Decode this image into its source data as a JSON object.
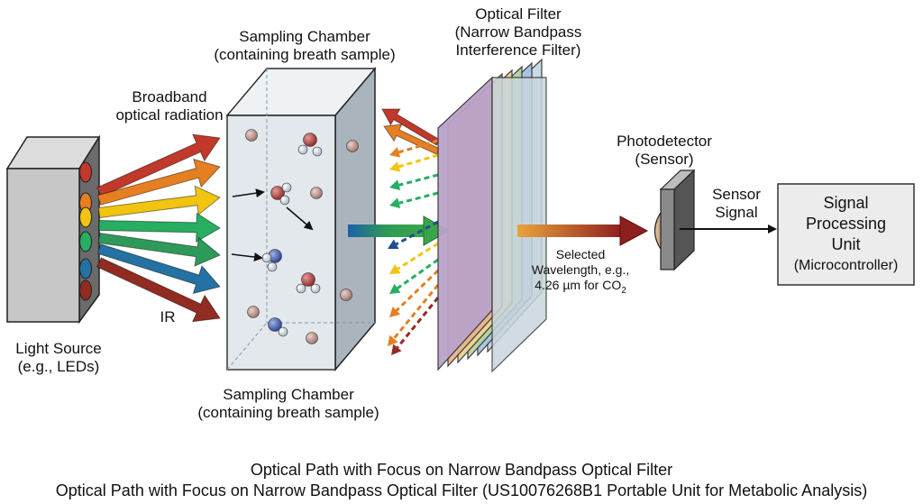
{
  "labels": {
    "broadband": [
      "Broadband",
      "optical radiation"
    ],
    "ir": "IR",
    "light_source": [
      "Light Source",
      "(e.g., LEDs)"
    ],
    "chamber_top": [
      "Sampling Chamber",
      "(containing breath sample)"
    ],
    "chamber_bottom": [
      "Sampling Chamber",
      "(containing breath sample)"
    ],
    "optical_filter": [
      "Optical Filter",
      "(Narrow Bandpass",
      "Interference Filter)"
    ],
    "photodetector": [
      "Photodetector",
      "(Sensor)"
    ],
    "sensor_signal": [
      "Sensor",
      "Signal"
    ],
    "signal_processing": [
      "Signal",
      "Processing",
      "Unit",
      "(Microcontroller)"
    ],
    "selected_wavelength": [
      "Selected",
      "Wavelength, e.g.,",
      "4.26 µm for CO",
      "2"
    ]
  },
  "captions": [
    "Optical Path with Focus on Narrow Bandpass Optical Filter",
    "Optical Path with Focus on Narrow Bandpass Optical Filter (US10076268B1 Portable Unit for Metabolic Analysis)"
  ],
  "colors": {
    "led": [
      "#c0392b",
      "#e67e22",
      "#f1c40f",
      "#27ae60",
      "#2471a3",
      "#922b21"
    ],
    "filter_layers": [
      "#b9a3c9",
      "#e7b58d",
      "#ecd48f",
      "#b7d3a0",
      "#a9c4e3",
      "#c6d8e6"
    ],
    "ink": "#111111"
  },
  "icons": [
    "led-icon",
    "molecule-icon",
    "arrow-icon"
  ]
}
